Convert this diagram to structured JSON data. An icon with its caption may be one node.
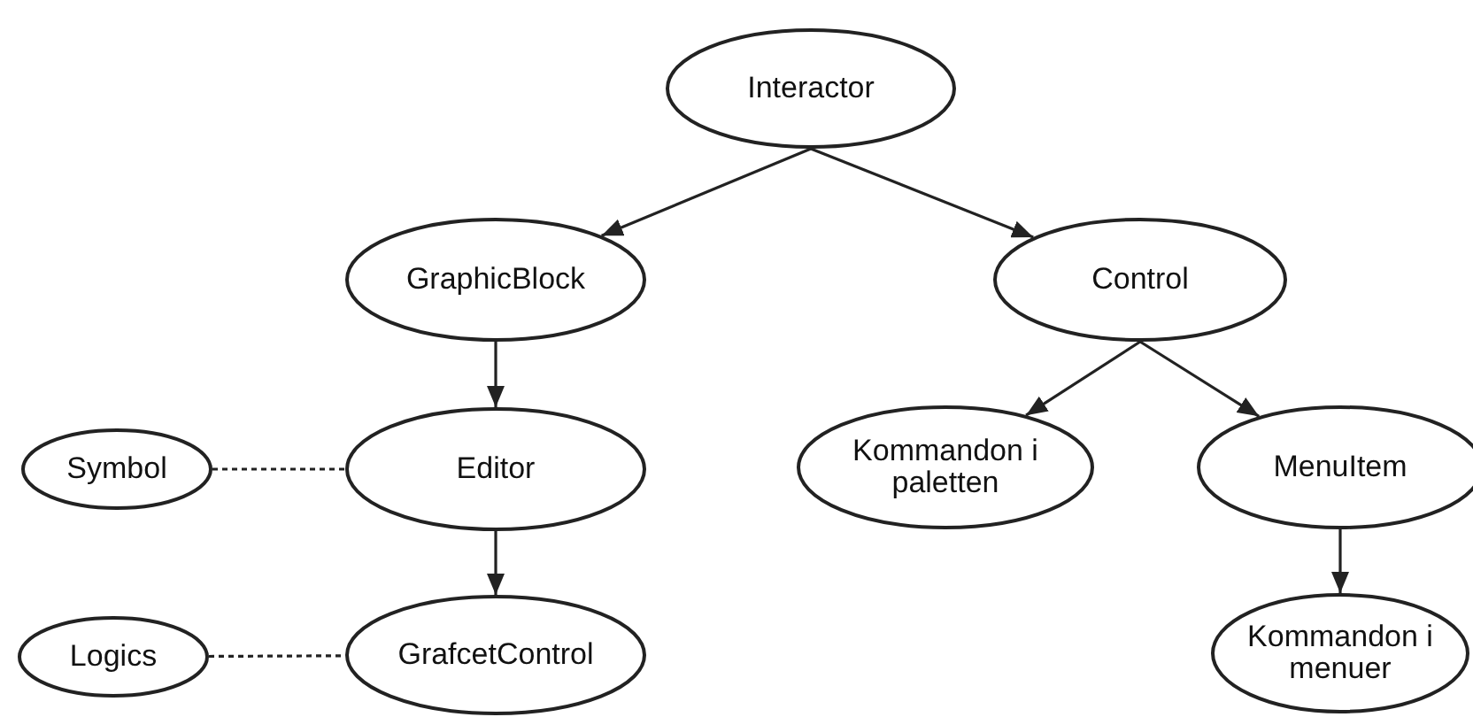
{
  "diagram": {
    "nodes": [
      {
        "text": [
          "Interactor"
        ]
      },
      {
        "text": [
          "GraphicBlock"
        ]
      },
      {
        "text": [
          "Control"
        ]
      },
      {
        "text": [
          "Symbol"
        ]
      },
      {
        "text": [
          "Editor"
        ]
      },
      {
        "text": [
          "Kommandon i paletten"
        ]
      },
      {
        "text": [
          "MenuItem"
        ]
      },
      {
        "text": [
          "Logics"
        ]
      },
      {
        "text": [
          "GrafcetControl"
        ]
      },
      {
        "text": [
          "Kommandon i menuer"
        ]
      }
    ],
    "edges": [
      {
        "from": 0,
        "to": 1,
        "arrow": "to"
      },
      {
        "from": 0,
        "to": 2,
        "arrow": "to"
      },
      {
        "from": 1,
        "to": 4,
        "arrow": "to"
      },
      {
        "from": 3,
        "to": 4,
        "arrow": "none",
        "style": "dashed"
      },
      {
        "from": 2,
        "to": 5,
        "arrow": "to"
      },
      {
        "from": 2,
        "to": 6,
        "arrow": "to"
      },
      {
        "from": 4,
        "to": 8,
        "arrow": "to"
      },
      {
        "from": 7,
        "to": 8,
        "arrow": "none",
        "style": "dashed"
      },
      {
        "from": 6,
        "to": 9,
        "arrow": "to"
      }
    ]
  }
}
